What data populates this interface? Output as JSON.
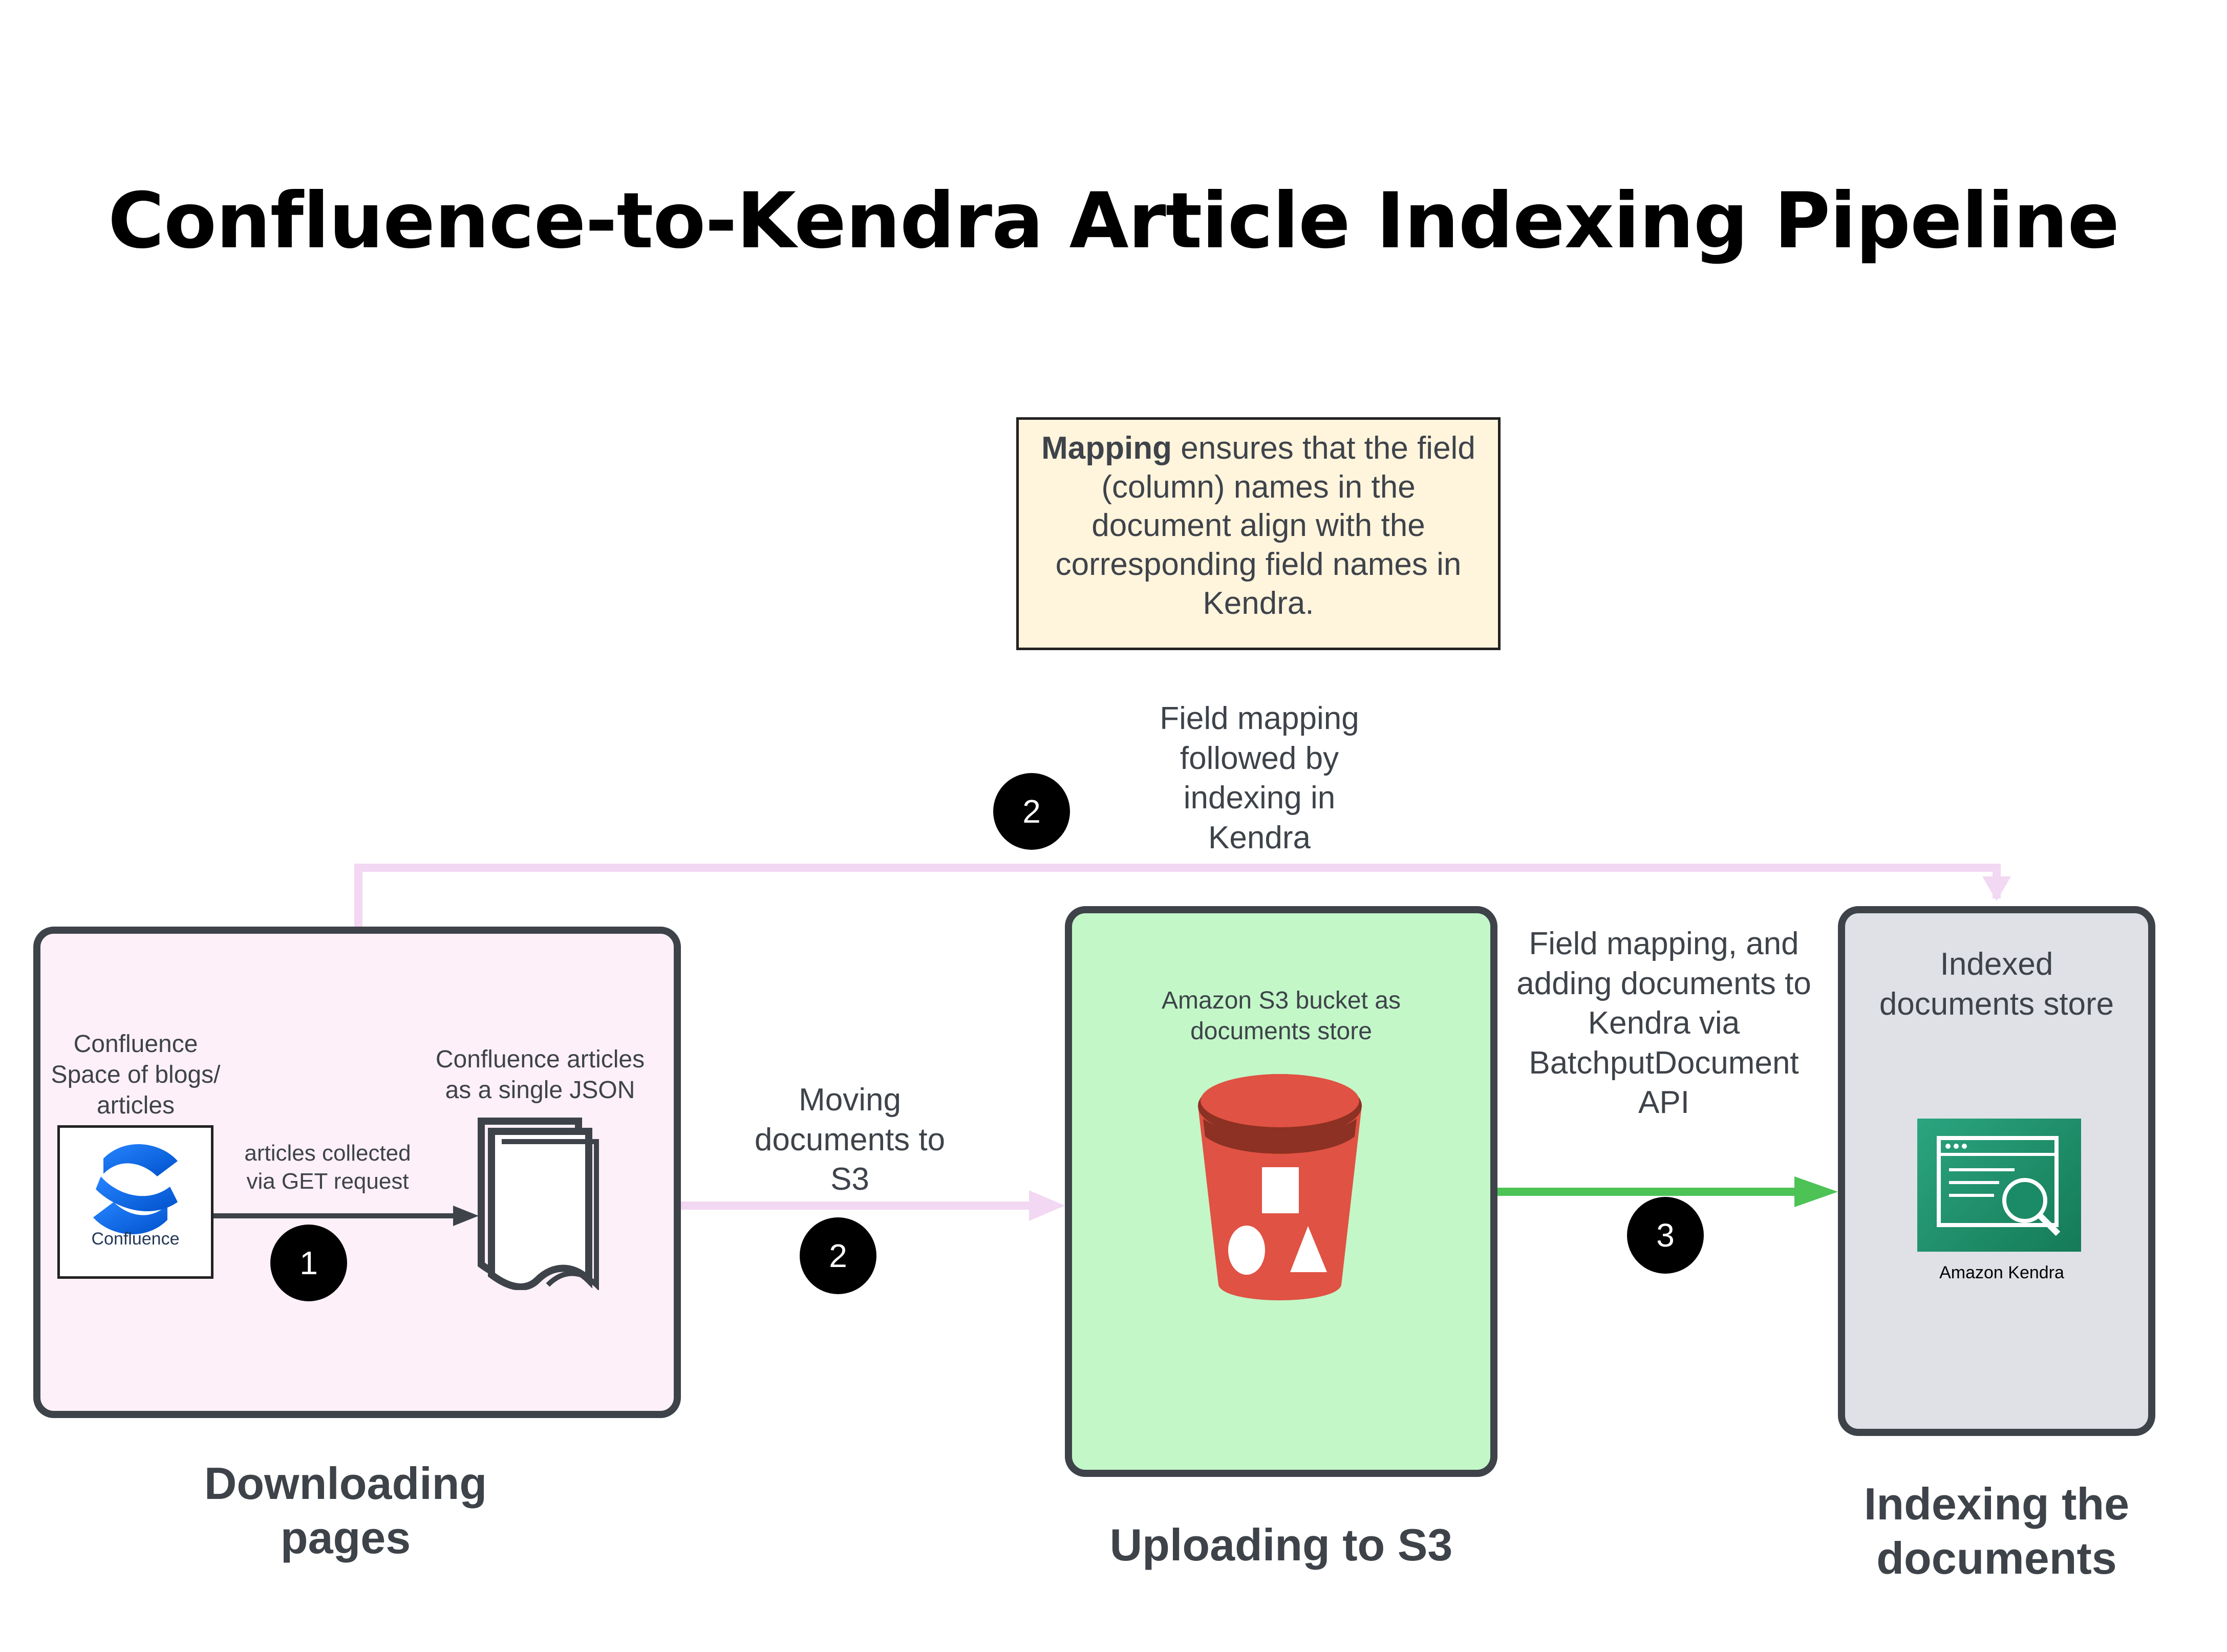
{
  "title": "Confluence-to-Kendra Article Indexing Pipeline",
  "note": {
    "bold": "Mapping",
    "text": " ensures that the field (column) names in the document align with the corresponding field names in Kendra."
  },
  "top_flow": {
    "badge": "2",
    "label": "Field mapping followed by indexing in Kendra"
  },
  "stages": [
    {
      "title": "Downloading pages",
      "source_label": "Confluence Space of blogs/ articles",
      "logo_text": "Confluence",
      "arrow_label": "articles collected via GET request",
      "badge": "1",
      "output_label": "Confluence articles as a single JSON"
    },
    {
      "title": "Uploading to S3",
      "label": "Amazon S3 bucket as documents store"
    },
    {
      "title": "Indexing the documents",
      "label": "Indexed documents store",
      "logo_text": "Amazon Kendra"
    }
  ],
  "arrows": [
    {
      "badge": "2",
      "label": "Moving documents to S3"
    },
    {
      "badge": "3",
      "label": "Field mapping, and adding documents to Kendra via BatchputDocument API"
    }
  ],
  "colors": {
    "download_fill": "#fef0f8",
    "s3_fill": "#c3f7c8",
    "kendra_fill": "#dfe1e6",
    "box_border": "#3e434a",
    "pink_arrow": "#f2d8f2",
    "green_arrow": "#4cc354",
    "note_fill": "#fff4dc",
    "s3_red": "#e05243",
    "kendra_green": "#1b8a66"
  }
}
